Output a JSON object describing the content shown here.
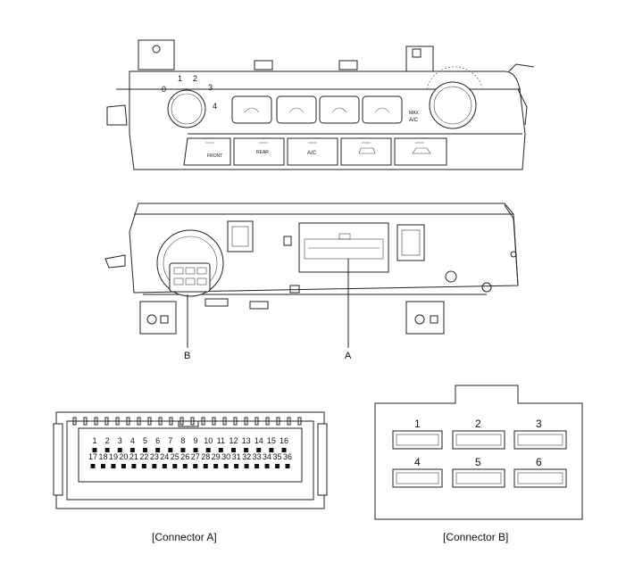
{
  "front_panel": {
    "left_knob_scale": [
      "0",
      "1",
      "2",
      "3",
      "4"
    ],
    "right_knob_label_line1": "MAX",
    "right_knob_label_line2": "A/C",
    "bottom_buttons": [
      "FRONT",
      "REAR",
      "A/C"
    ]
  },
  "rear_panel": {
    "callout_a": "A",
    "callout_b": "B"
  },
  "connector_a": {
    "caption": "[Connector A]",
    "top_row_pins": [
      "1",
      "2",
      "3",
      "4",
      "5",
      "6",
      "7",
      "8",
      "9",
      "10",
      "11",
      "12",
      "13",
      "14",
      "15",
      "16"
    ],
    "bottom_row_pins": [
      "17",
      "18",
      "19",
      "20",
      "21",
      "22",
      "23",
      "24",
      "25",
      "26",
      "27",
      "28",
      "29",
      "30",
      "31",
      "32",
      "33",
      "34",
      "35",
      "36"
    ]
  },
  "connector_b": {
    "caption": "[Connector B]",
    "pins": [
      "1",
      "2",
      "3",
      "4",
      "5",
      "6"
    ]
  }
}
